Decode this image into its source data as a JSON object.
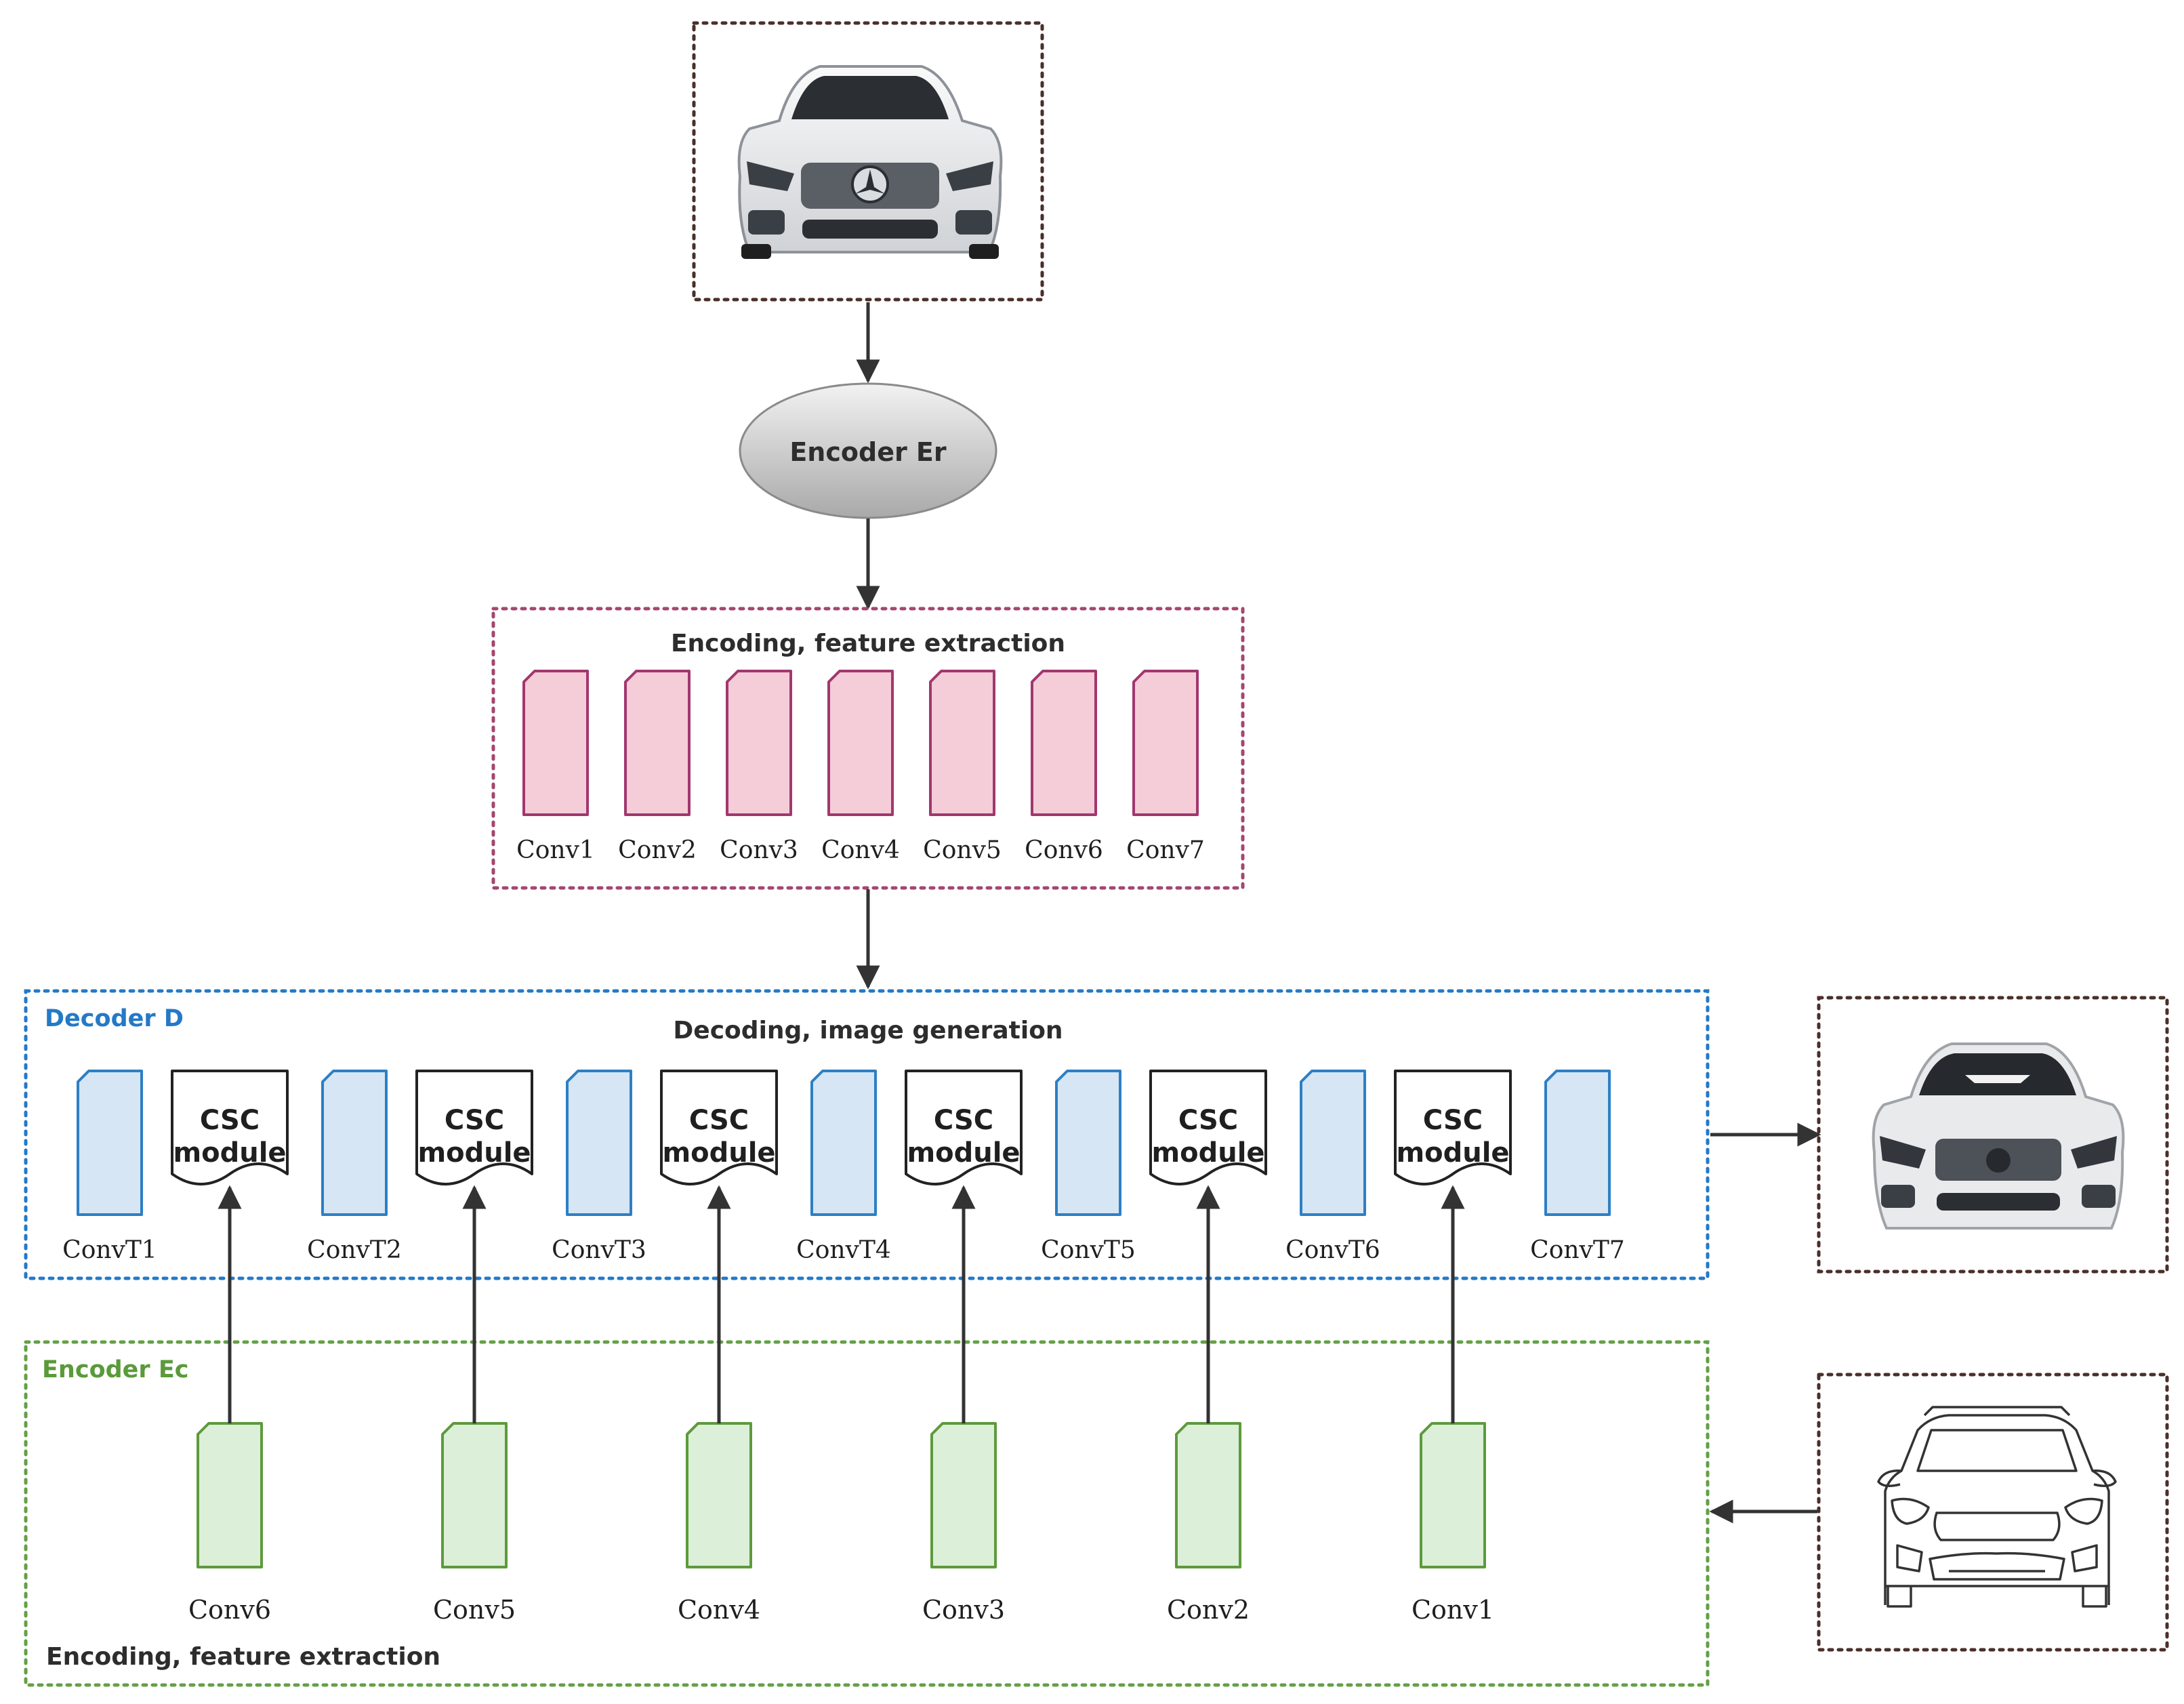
{
  "top_input": {
    "image": "car-photo-front-view-icon"
  },
  "encoder_er": {
    "label": "Encoder Er"
  },
  "feature_box": {
    "title": "Encoding, feature extraction",
    "convs": [
      "Conv1",
      "Conv2",
      "Conv3",
      "Conv4",
      "Conv5",
      "Conv6",
      "Conv7"
    ]
  },
  "decoder": {
    "name": "Decoder D",
    "title": "Decoding, image generation",
    "convts": [
      "ConvT1",
      "ConvT2",
      "ConvT3",
      "ConvT4",
      "ConvT5",
      "ConvT6",
      "ConvT7"
    ],
    "csc_label_line1": "CSC",
    "csc_label_line2": "module",
    "csc_count": 6
  },
  "encoder_ec": {
    "name": "Encoder Ec",
    "footer": "Encoding, feature extraction",
    "convs": [
      "Conv6",
      "Conv5",
      "Conv4",
      "Conv3",
      "Conv2",
      "Conv1"
    ]
  },
  "output_image": {
    "image": "generated-car-photo-icon"
  },
  "sketch_input": {
    "image": "car-sketch-outline-icon"
  },
  "colors": {
    "pink_fill": "#f4cdd8",
    "pink_stroke": "#a2376e",
    "pink_border": "#a3476e",
    "blue_fill": "#d6e6f4",
    "blue_stroke": "#2d7fc4",
    "blue_border": "#2479c7",
    "green_fill": "#dcefd9",
    "green_stroke": "#5d9a3c",
    "green_border": "#63a046",
    "frame_border": "#4a2f2a",
    "arrow": "#333333"
  }
}
